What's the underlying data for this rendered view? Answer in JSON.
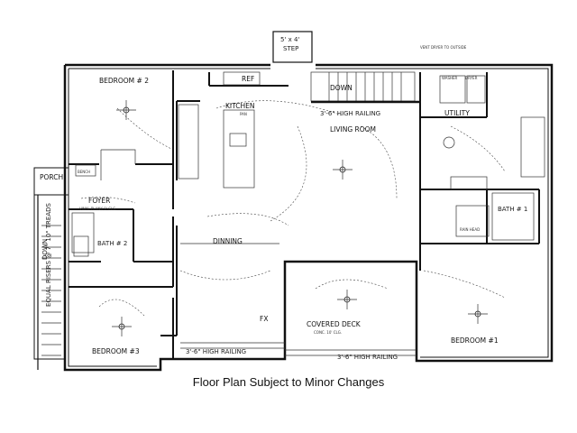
{
  "title": "Floor Plan Subject to Minor Changes",
  "top_notes": {
    "step": "5' x 4'",
    "step_label": "STEP",
    "vent": "VENT DRYER TO OUTSIDE",
    "down": "DOWN",
    "high_railing_top": "3'-6\" HIGH RAILING"
  },
  "rooms": {
    "bedroom2": "BEDROOM # 2",
    "bedroom3": "BEDROOM #3",
    "bedroom1": "BEDROOM #1",
    "kitchen": "KITCHEN",
    "ref": "REF",
    "living": "LIVING ROOM",
    "utility": "UTILITY",
    "dining": "DINNING",
    "covered_deck": "COVERED DECK",
    "covered_deck_sub": "CONC. 10' CLG.",
    "porch": "PORCH",
    "foyer": "FOYER",
    "foyer_sub": "VINYL PLANK 9' CLG.",
    "bench": "BENCH",
    "bath2": "BATH # 2",
    "bath1": "BATH # 1",
    "washer": "WASHER",
    "dryer": "DRYER",
    "pantry": "PAN",
    "fx": "FX",
    "rain_head": "RAIN HEAD"
  },
  "railings": {
    "left": "3'-6\" HIGH RAILING",
    "right": "3'-6\" HIGH RAILING"
  },
  "stairs_note": "EQUAL RISERS @ 7\" 10\" TREADS",
  "stairs_down": "DOWN"
}
